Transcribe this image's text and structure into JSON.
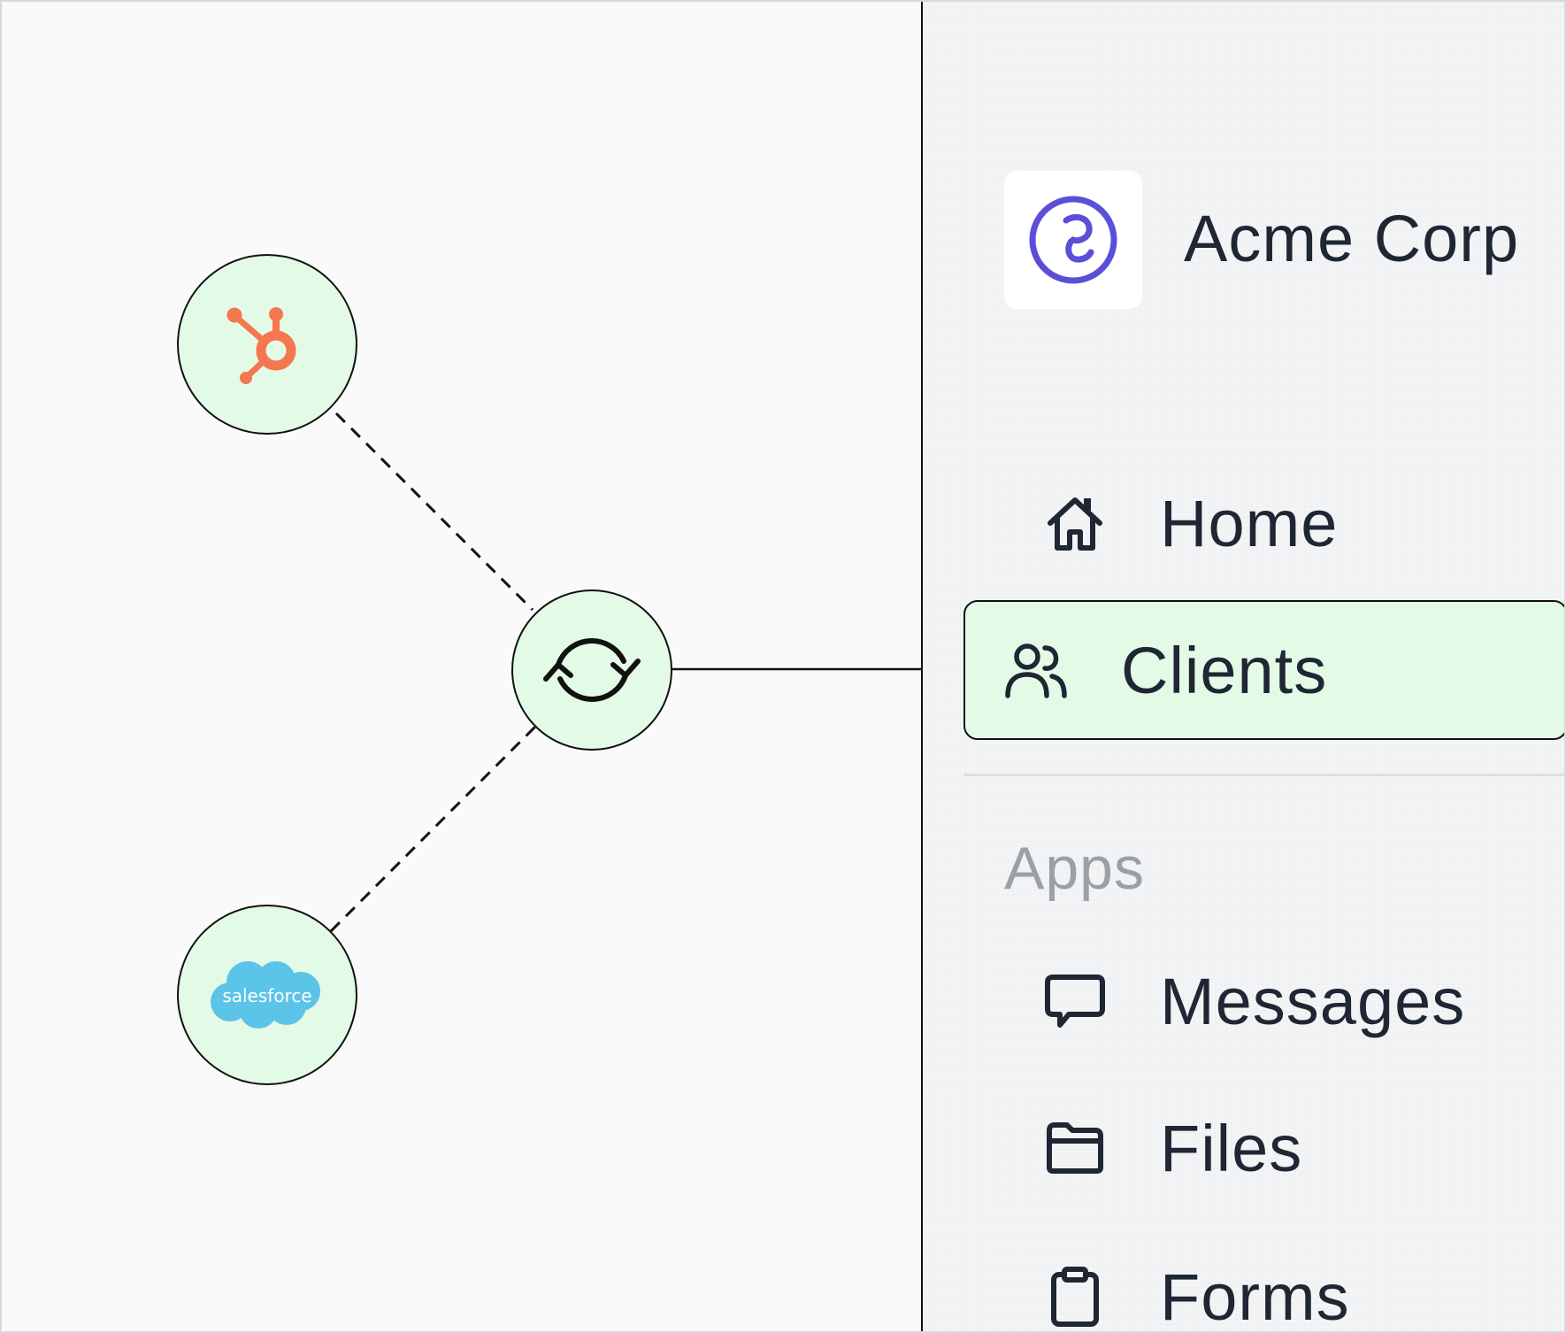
{
  "sidebar": {
    "org_name": "Acme Corp",
    "logo_icon": "acme-logo-icon",
    "items": [
      {
        "label": "Home",
        "icon": "home-icon"
      },
      {
        "label": "Clients",
        "icon": "users-icon",
        "active": true
      }
    ],
    "apps_section": {
      "label": "Apps",
      "items": [
        {
          "label": "Messages",
          "icon": "chat-bubble-icon"
        },
        {
          "label": "Files",
          "icon": "folder-icon"
        },
        {
          "label": "Forms",
          "icon": "clipboard-icon"
        }
      ]
    }
  },
  "diagram": {
    "nodes": [
      {
        "name": "hubspot",
        "icon": "hubspot-logo-icon"
      },
      {
        "name": "sync",
        "icon": "sync-icon"
      },
      {
        "name": "salesforce",
        "icon": "salesforce-logo-icon",
        "logo_text": "salesforce"
      }
    ]
  },
  "colors": {
    "accent_green": "#e3fbe6",
    "hubspot_orange": "#f5774f",
    "salesforce_blue": "#5bc4e8",
    "acme_purple": "#5a4fd6",
    "text_dark": "#1e2733",
    "text_muted": "#9aa0a6"
  }
}
